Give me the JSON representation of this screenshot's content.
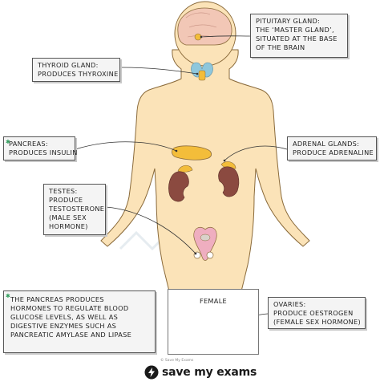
{
  "labels": {
    "pituitary": [
      "PITUITARY GLAND:",
      "THE ‘MASTER GLAND’,",
      "SITUATED AT THE BASE",
      "OF THE BRAIN"
    ],
    "thyroid": [
      "THYROID GLAND:",
      "PRODUCES THYROXINE"
    ],
    "pancreas": [
      "PANCREAS:",
      "PRODUCES INSULIN"
    ],
    "adrenal": [
      "ADRENAL GLANDS:",
      "PRODUCE ADRENALINE"
    ],
    "testes": [
      "TESTES:",
      "PRODUCE",
      "TESTOSTERONE",
      "(MALE SEX",
      "HORMONE)"
    ],
    "ovaries": [
      "OVARIES:",
      "PRODUCE OESTROGEN",
      "(FEMALE SEX HORMONE)"
    ]
  },
  "info_box": [
    "THE PANCREAS PRODUCES",
    "HORMONES TO REGULATE BLOOD",
    "GLUCOSE LEVELS, AS WELL AS",
    "DIGESTIVE ENZYMES SUCH AS",
    "PANCREATIC AMYLASE AND LIPASE"
  ],
  "inset_label": "FEMALE",
  "footer": {
    "copyright": "© Save My Exams",
    "brand": "save my exams"
  },
  "colors": {
    "skin": "#fbe3b8",
    "outline": "#8a6a3a",
    "gland_yellow": "#f3bd3a",
    "kidney": "#8b4a40",
    "thyroid_blue": "#8ec7dc",
    "brain_pink": "#f2c7b6",
    "reproductive_pink": "#efaec0",
    "accent_green": "#2e9c5a"
  }
}
